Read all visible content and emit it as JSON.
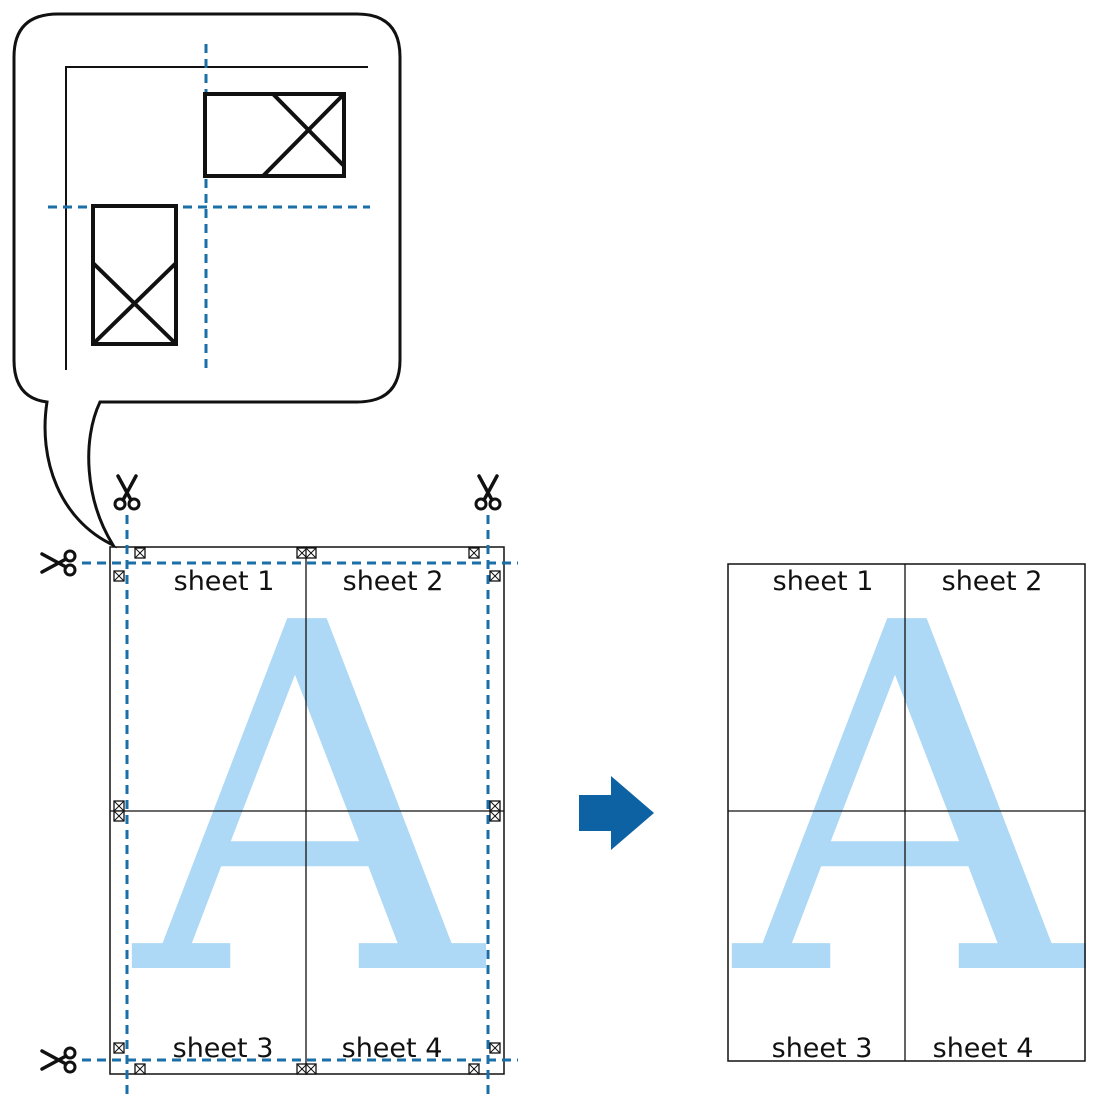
{
  "colors": {
    "cut_line": "#1a6fa8",
    "letter": "#a9d6f5",
    "arrow": "#0d62a3",
    "outline": "#111111"
  },
  "icons": {
    "scissors": "scissors-icon",
    "arrow": "arrow-right-icon",
    "marker": "overlap-marker-icon"
  },
  "watermark": {
    "letter": "A"
  },
  "sheets": [
    {
      "label": "sheet 1"
    },
    {
      "label": "sheet 2"
    },
    {
      "label": "sheet 3"
    },
    {
      "label": "sheet 4"
    }
  ]
}
